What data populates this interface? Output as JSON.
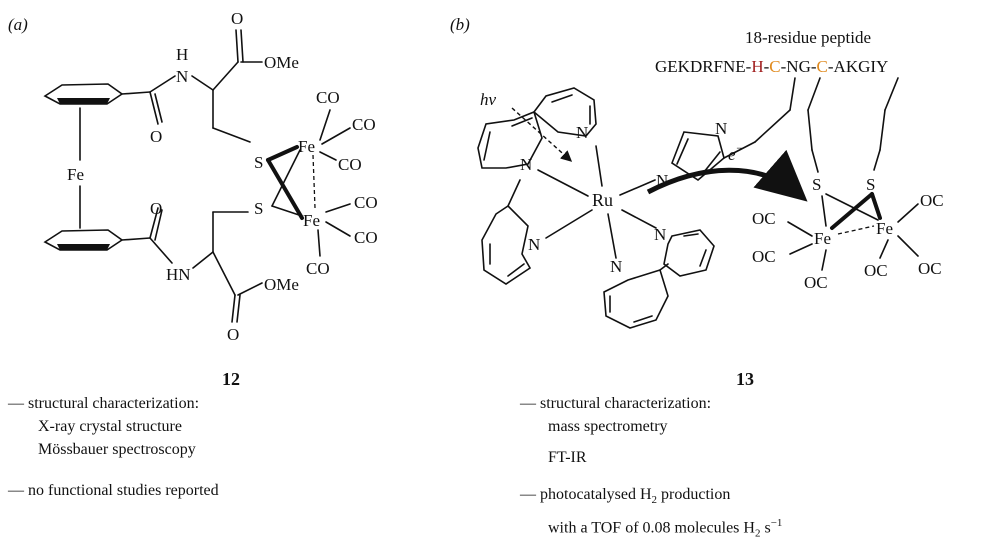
{
  "panels": {
    "a": {
      "label": "(a)",
      "compound_number": "12",
      "notes": {
        "structural_heading": "— structural characterization:",
        "method_1": "X-ray crystal structure",
        "method_2": "Mössbauer spectroscopy",
        "functional": "— no functional studies reported"
      }
    },
    "b": {
      "label": "(b)",
      "compound_number": "13",
      "peptide_title": "18-residue peptide",
      "peptide_seq": {
        "p1": "GEKDRFNE-",
        "h": "H",
        "d1": "-",
        "c1": "C",
        "p2": "-NG-",
        "c2": "C",
        "p3": "-AKGIY"
      },
      "notes": {
        "structural_heading": "— structural characterization:",
        "method_1": "mass spectrometry",
        "method_2": "FT-IR",
        "func_line_1_a": "— photocatalysed H",
        "func_line_1_sub": "2",
        "func_line_1_b": " production",
        "func_line_2_a": "with a TOF of 0.08 molecules H",
        "func_line_2_sub": "2",
        "func_line_2_b": " s",
        "func_line_2_sup": "−1"
      }
    }
  },
  "atoms": {
    "fe": "Fe",
    "co": "CO",
    "oc": "OC",
    "o": "O",
    "h": "H",
    "n": "N",
    "s": "S",
    "nh": "N",
    "hn": "HN",
    "ome": "OMe",
    "ru": "Ru"
  },
  "labels": {
    "hv": "hv",
    "e_minus": "e",
    "e_sup": "−"
  },
  "colors": {
    "histidine": "#a01e1e",
    "cysteine": "#e08a1e",
    "ink": "#111111"
  }
}
